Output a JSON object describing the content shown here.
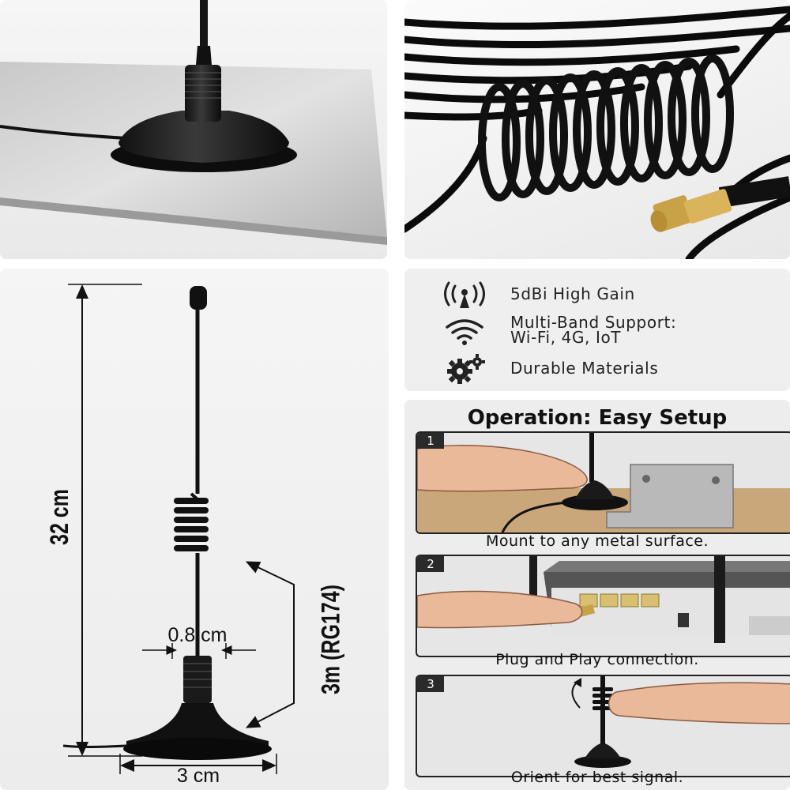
{
  "dimensions": {
    "height": "32 cm",
    "cable": "3m (RG174)",
    "rod_width": "0.8 cm",
    "base_width": "3 cm"
  },
  "features": [
    {
      "icon": "broadcast-tower-icon",
      "text": "5dBi High Gain"
    },
    {
      "icon": "wifi-icon",
      "text": "Multi-Band Support:\nWi-Fi, 4G, IoT"
    },
    {
      "icon": "gears-icon",
      "text": "Durable Materials"
    }
  ],
  "operation": {
    "title": "Operation: Easy Setup",
    "steps": [
      {
        "number": "1",
        "caption": "Mount to any metal surface."
      },
      {
        "number": "2",
        "caption": "Plug and Play connection."
      },
      {
        "number": "3",
        "caption": "Orient for best signal."
      }
    ]
  }
}
